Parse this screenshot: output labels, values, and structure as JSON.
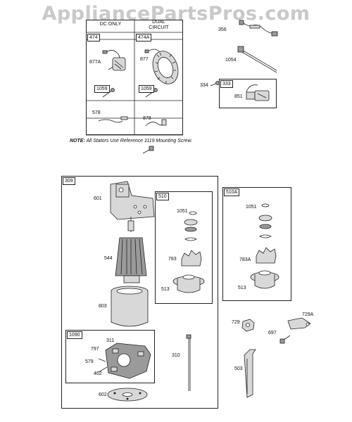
{
  "watermark": "AppliancePartsPros.com",
  "note": {
    "prefix": "NOTE:",
    "text": "All Stators Use Reference 1119   Mounting Screw."
  },
  "stator_table": {
    "col1_header": "DC ONLY",
    "col2_header": "DUAL CIRCUIT",
    "col1_header_line1": "DC ONLY",
    "col2_header_line1": "DUAL",
    "col2_header_line2": "CIRCUIT"
  },
  "callouts": {
    "c474": "474",
    "c474a": "474A",
    "c877a": "877A",
    "c877": "877",
    "c1059a": "1059",
    "c1059b": "1059",
    "c578": "578",
    "c878": "878",
    "c356": "356",
    "c1054": "1054",
    "c334": "334",
    "c333": "333",
    "c851": "851",
    "c309": "309",
    "c601": "601",
    "c544": "544",
    "c803": "803",
    "c510": "510",
    "c1051a": "1051",
    "c783": "783",
    "c513a": "513",
    "c510a": "510A",
    "c1051b": "1051",
    "c783a": "783A",
    "c513b": "513",
    "c1090": "1090",
    "c311": "311",
    "c797": "797",
    "c579": "579",
    "c462": "462",
    "c310": "310",
    "c602": "602",
    "c729": "729",
    "c729a": "729A",
    "c697": "697",
    "c503": "503"
  }
}
